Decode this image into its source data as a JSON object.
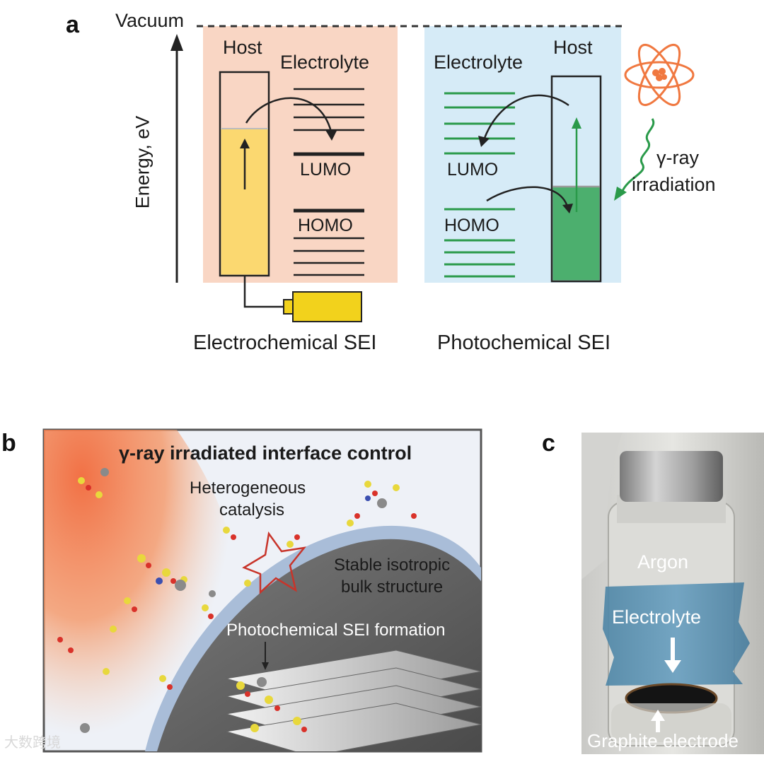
{
  "panel_a": {
    "letter": "a",
    "vacuum": "Vacuum",
    "energy_axis": "Energy, eV",
    "left": {
      "host": "Host",
      "electrolyte": "Electrolyte",
      "lumo": "LUMO",
      "homo": "HOMO",
      "caption": "Electrochemical SEI"
    },
    "right": {
      "electrolyte": "Electrolyte",
      "host": "Host",
      "lumo": "LUMO",
      "homo": "HOMO",
      "caption": "Photochemical SEI",
      "gamma_line1": "γ-ray",
      "gamma_line2": "irradiation"
    },
    "colors": {
      "left_bg": "#f9d6c4",
      "right_bg": "#d6ebf7",
      "host_fill_left": "#fbd870",
      "host_fill_right": "#4caf6e",
      "electrolyte_lines_right": "#2a9a4a",
      "atom_orange": "#f07840",
      "battery": "#f2d21c"
    }
  },
  "panel_b": {
    "letter": "b",
    "title": "γ-ray irradiated interface control",
    "catalysis_line1": "Heterogeneous",
    "catalysis_line2": "catalysis",
    "bulk_line1": "Stable isotropic",
    "bulk_line2": "bulk structure",
    "sei_formation": "Photochemical SEI formation",
    "colors": {
      "beam": "#f26a3c",
      "bulk": "#5e5e5e",
      "coating": "#a9bdd8",
      "background": "#eef1f7"
    }
  },
  "panel_c": {
    "letter": "c",
    "argon": "Argon",
    "electrolyte": "Electrolyte",
    "electrode": "Graphite electrode"
  },
  "watermark": "大数跨境"
}
